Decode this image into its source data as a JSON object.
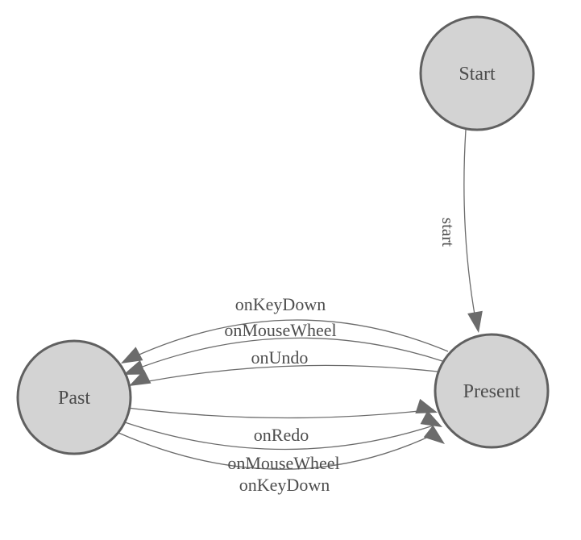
{
  "diagram": {
    "title": "state-machine-diagram",
    "background": "#ffffff",
    "colors": {
      "node_fill": "#d3d3d3",
      "node_stroke": "#606060",
      "edge_stroke": "#6b6b6b",
      "arrow_fill": "#6b6b6b",
      "text": "#4d4d4d"
    },
    "nodes": {
      "start": {
        "label": "Start"
      },
      "present": {
        "label": "Present"
      },
      "past": {
        "label": "Past"
      }
    },
    "edges": {
      "start_to_present": {
        "label": "start"
      },
      "present_to_past": [
        {
          "label": "onKeyDown"
        },
        {
          "label": "onMouseWheel"
        },
        {
          "label": "onUndo"
        }
      ],
      "past_to_present": [
        {
          "label": "onRedo"
        },
        {
          "label": "onMouseWheel"
        },
        {
          "label": "onKeyDown"
        }
      ]
    }
  }
}
